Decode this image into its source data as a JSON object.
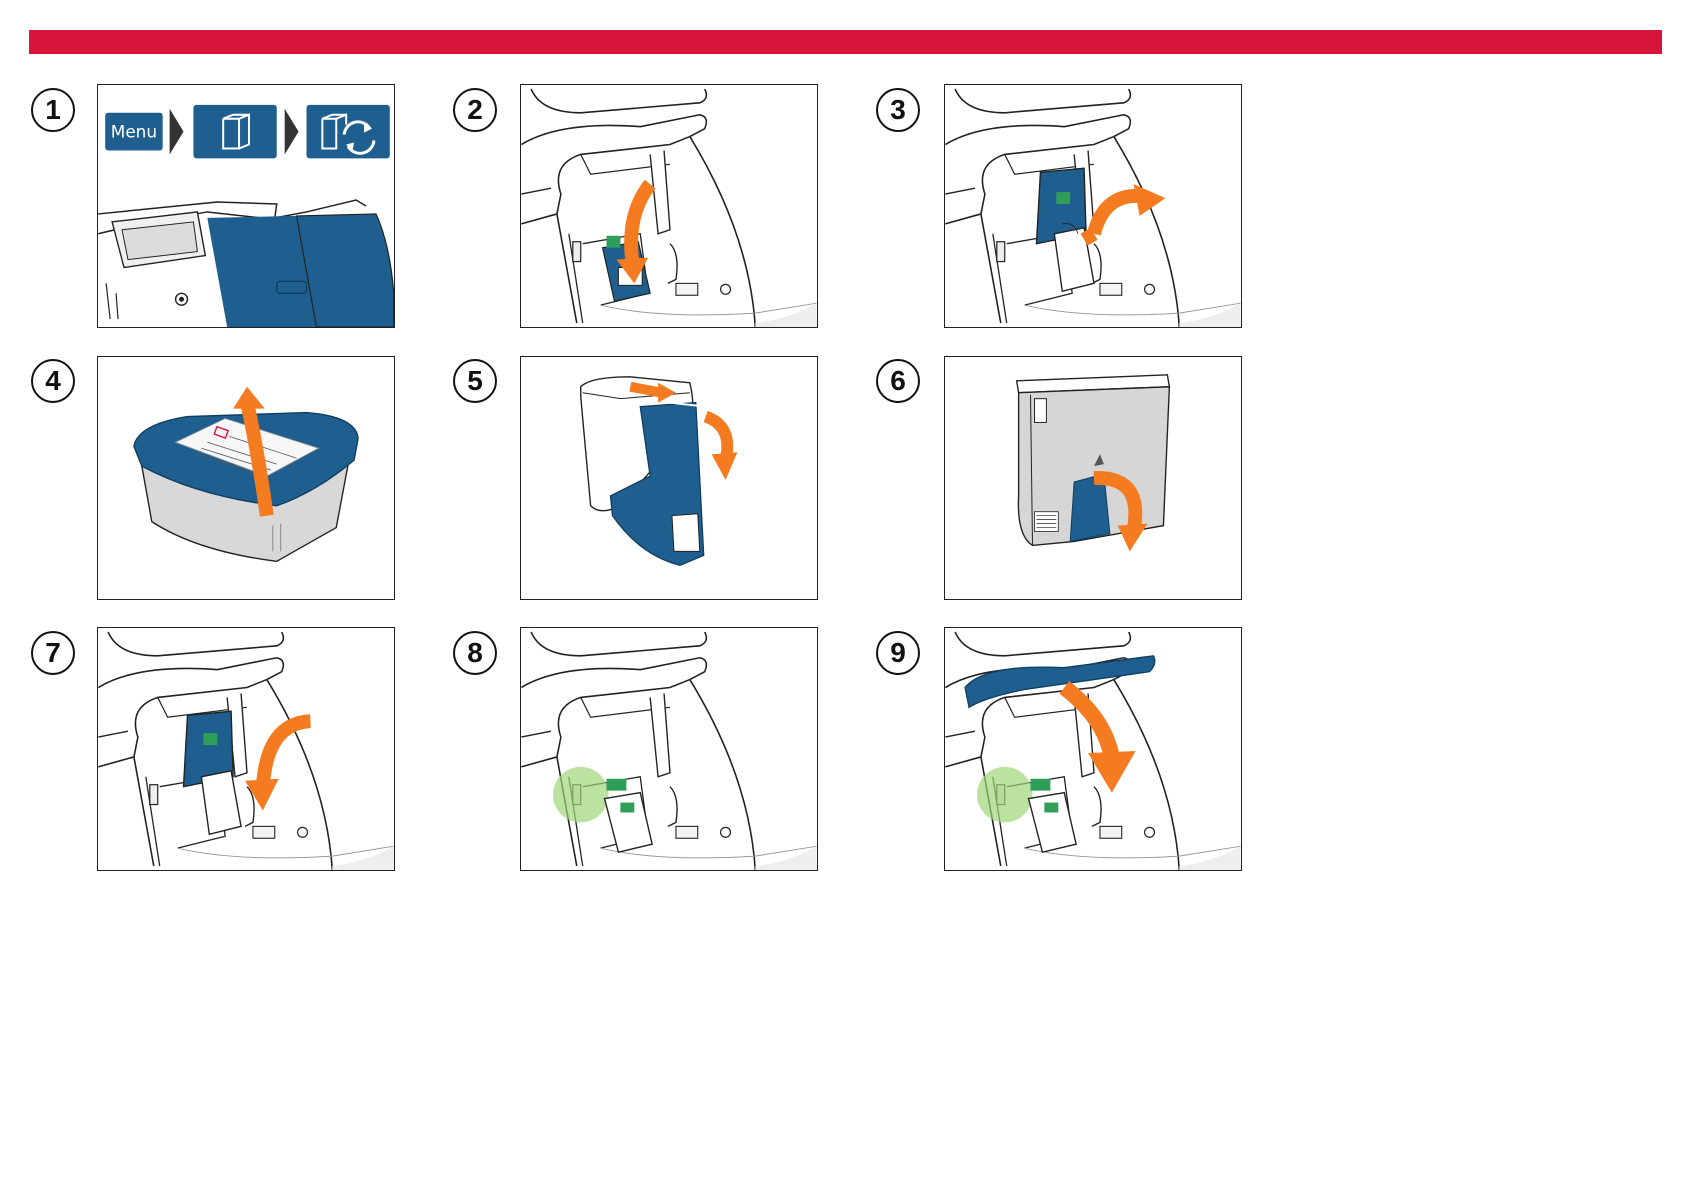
{
  "brand_color": "#d7143a",
  "accent_blue": "#1f5f8f",
  "arrow_orange": "#f47b20",
  "highlight_green": "#9fd67a",
  "steps": [
    {
      "number": "1",
      "illustration": "menu-navigation"
    },
    {
      "number": "2",
      "illustration": "insert-arrow-down"
    },
    {
      "number": "3",
      "illustration": "tilt-cartridge"
    },
    {
      "number": "4",
      "illustration": "remove-cap"
    },
    {
      "number": "5",
      "illustration": "open-clip"
    },
    {
      "number": "6",
      "illustration": "remove-tape"
    },
    {
      "number": "7",
      "illustration": "insert-cartridge"
    },
    {
      "number": "8",
      "illustration": "cartridge-seated"
    },
    {
      "number": "9",
      "illustration": "close-cover"
    }
  ],
  "step1": {
    "menu_label": "Menu"
  }
}
